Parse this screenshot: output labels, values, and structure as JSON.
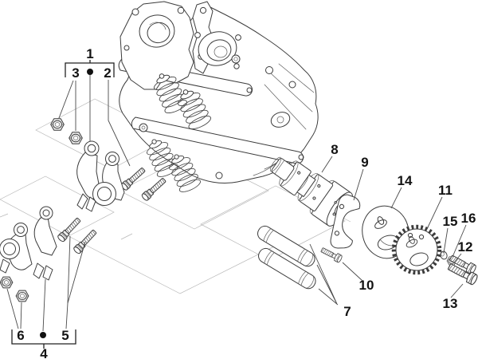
{
  "figure": {
    "kind": "exploded-parts-diagram",
    "subject": "engine-cylinder-head-rocker-arms-camshaft-assembly",
    "background_color": "#ffffff",
    "line_color": "#3c3c3c",
    "phantom_line_color": "#b8b8b8",
    "label_color": "#131313"
  },
  "callouts": {
    "n1": {
      "label": "1",
      "part": "rocker-arms-support-kit-upper"
    },
    "n2": {
      "label": "2",
      "part": "adjuster-screw"
    },
    "n3": {
      "label": "3",
      "part": "lock-nut"
    },
    "n4": {
      "label": "4",
      "part": "rocker-arms-support-kit-lower"
    },
    "n5": {
      "label": "5",
      "part": "adjuster-screw"
    },
    "n6": {
      "label": "6",
      "part": "lock-nut"
    },
    "n7": {
      "label": "7",
      "part": "rocker-shaft-pins"
    },
    "n8": {
      "label": "8",
      "part": "camshaft"
    },
    "n9": {
      "label": "9",
      "part": "retaining-plate"
    },
    "n10": {
      "label": "10",
      "part": "flanged-screw"
    },
    "n11": {
      "label": "11",
      "part": "timing-sprocket"
    },
    "n12": {
      "label": "12",
      "part": "hex-bolt"
    },
    "n13": {
      "label": "13",
      "part": "hex-bolt"
    },
    "n14": {
      "label": "14",
      "part": "decompressor-disc"
    },
    "n15": {
      "label": "15",
      "part": "washer"
    },
    "n16": {
      "label": "16",
      "part": "nut"
    }
  },
  "groups": {
    "g1": {
      "label": "1",
      "left_member": "3",
      "right_member": "2",
      "bullet": "filled-dot"
    },
    "g4": {
      "label": "4",
      "left_member": "6",
      "right_member": "5",
      "bullet": "filled-dot"
    }
  }
}
